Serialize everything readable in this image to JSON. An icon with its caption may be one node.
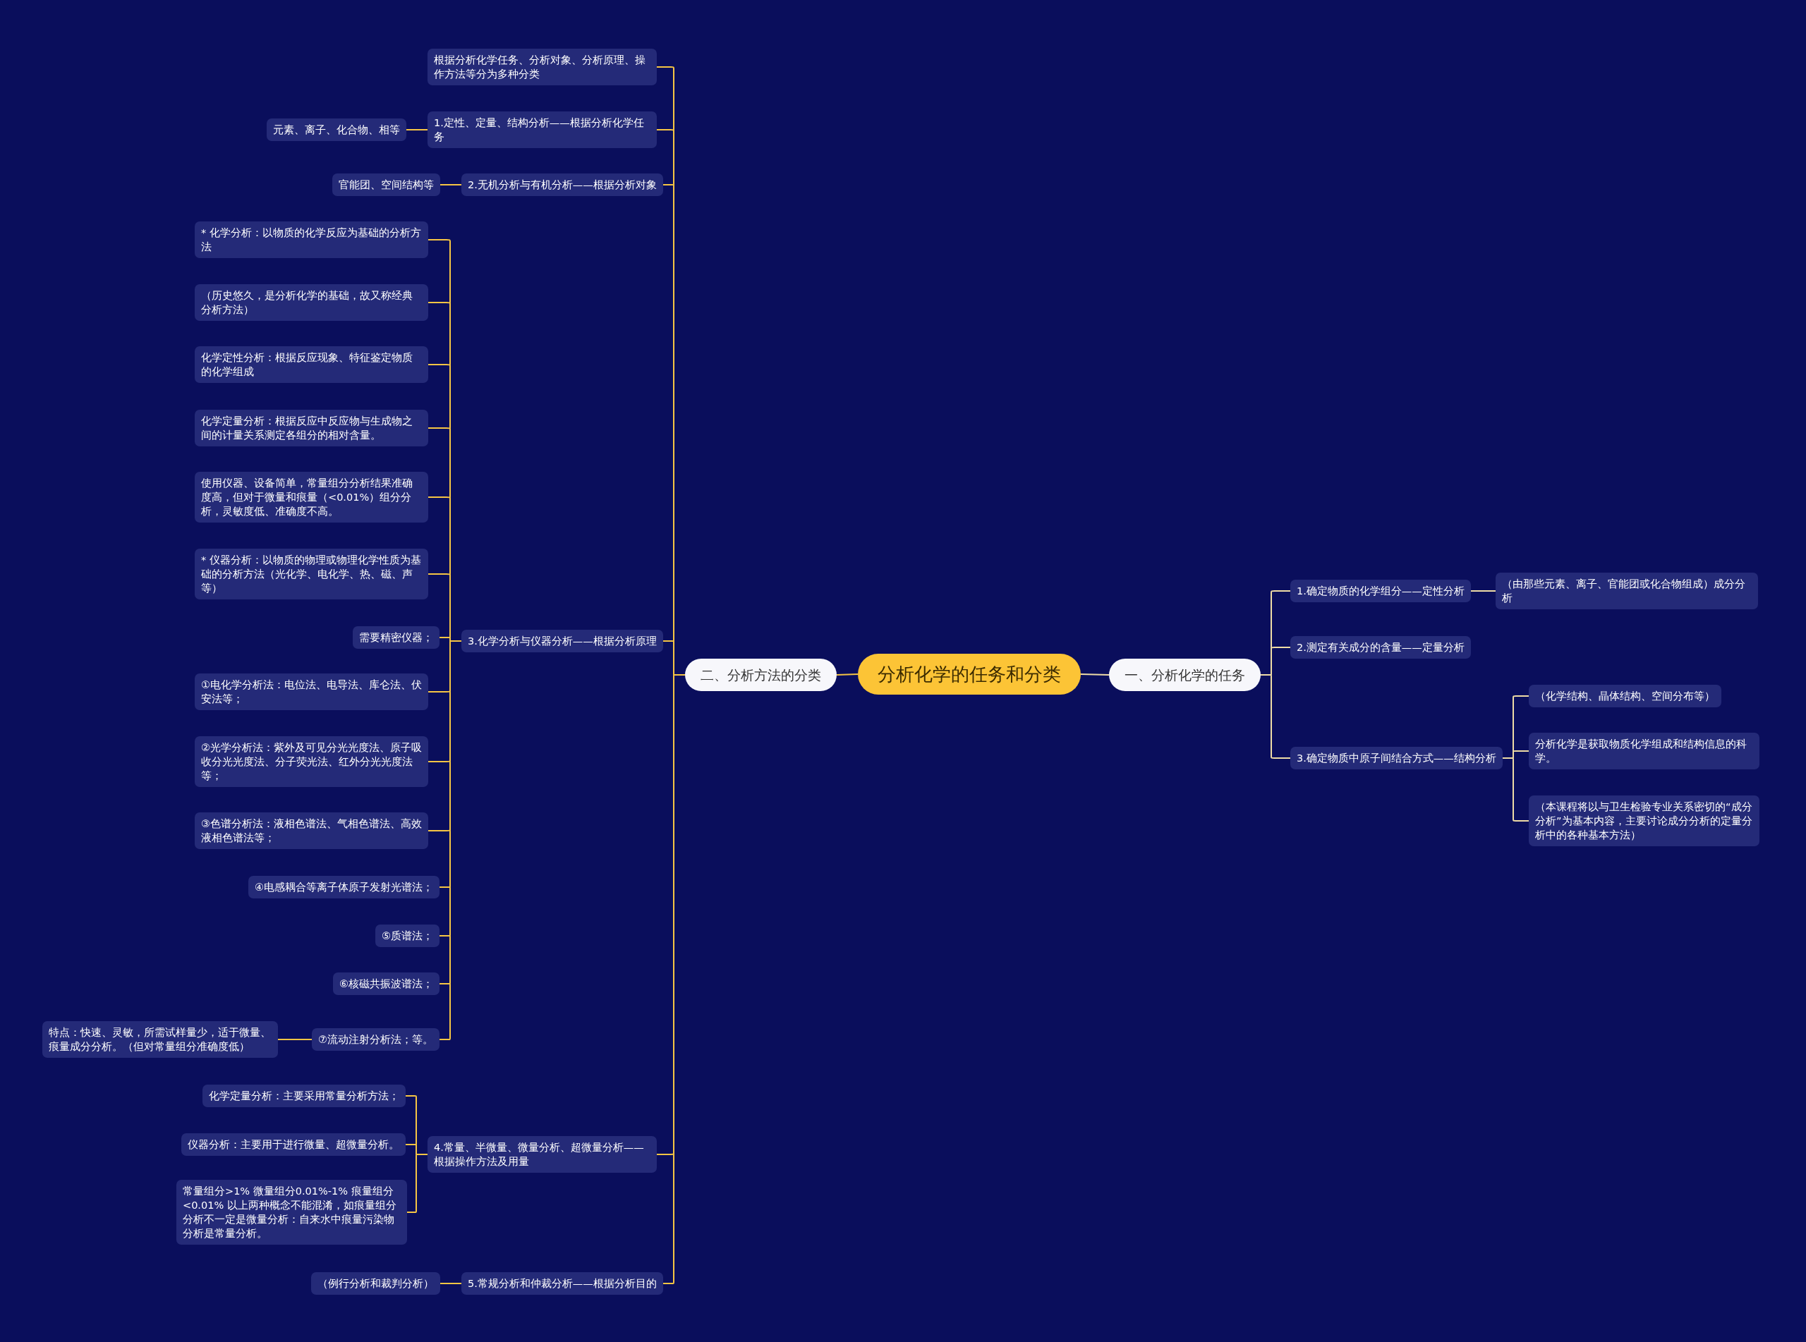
{
  "diagram": {
    "nodes": [
      {
        "text": [
          "分析化学的任务和分类"
        ]
      },
      {
        "text": [
          "一、分析化学的任务"
        ]
      },
      {
        "text": [
          "1.确定物质的化学组分——定性分析"
        ]
      },
      {
        "text": [
          "（由那些元素、离子、官能团或化合物组成）成分分析"
        ]
      },
      {
        "text": [
          "2.测定有关成分的含量——定量分析"
        ]
      },
      {
        "text": [
          "3.确定物质中原子间结合方式——结构分析"
        ]
      },
      {
        "text": [
          "（化学结构、晶体结构、空间分布等）"
        ]
      },
      {
        "text": [
          "分析化学是获取物质化学组成和结构信息的科学。"
        ]
      },
      {
        "text": [
          "（本课程将以与卫生检验专业关系密切的“成分分析”为基本内容，主要讨论成分分析的定量分析中的各种基本方法）"
        ]
      },
      {
        "text": [
          "二、分析方法的分类"
        ]
      },
      {
        "text": [
          "根据分析化学任务、分析对象、分析原理、操作方法等分为多种分类"
        ]
      },
      {
        "text": [
          "1.定性、定量、结构分析——根据分析化学任务"
        ]
      },
      {
        "text": [
          "元素、离子、化合物、相等"
        ]
      },
      {
        "text": [
          "2.无机分析与有机分析——根据分析对象"
        ]
      },
      {
        "text": [
          "官能团、空间结构等"
        ]
      },
      {
        "text": [
          "3.化学分析与仪器分析——根据分析原理"
        ]
      },
      {
        "text": [
          "* 化学分析：以物质的化学反应为基础的分析方法"
        ]
      },
      {
        "text": [
          "（历史悠久，是分析化学的基础，故又称经典分析方法）"
        ]
      },
      {
        "text": [
          "化学定性分析：根据反应现象、特征鉴定物质的化学组成"
        ]
      },
      {
        "text": [
          "化学定量分析：根据反应中反应物与生成物之间的计量关系测定各组分的相对含量。"
        ]
      },
      {
        "text": [
          "使用仪器、设备简单，常量组分分析结果准确度高，但对于微量和痕量（<0.01%）组分分析，灵敏度低、准确度不高。"
        ]
      },
      {
        "text": [
          "* 仪器分析：以物质的物理或物理化学性质为基础的分析方法（光化学、电化学、热、磁、声等）"
        ]
      },
      {
        "text": [
          "需要精密仪器；"
        ]
      },
      {
        "text": [
          "①电化学分析法：电位法、电导法、库仑法、伏安法等；"
        ]
      },
      {
        "text": [
          "②光学分析法：紫外及可见分光光度法、原子吸收分光光度法、分子荧光法、红外分光光度法等；"
        ]
      },
      {
        "text": [
          "③色谱分析法：液相色谱法、气相色谱法、高效液相色谱法等；"
        ]
      },
      {
        "text": [
          "④电感耦合等离子体原子发射光谱法；"
        ]
      },
      {
        "text": [
          "⑤质谱法；"
        ]
      },
      {
        "text": [
          "⑥核磁共振波谱法；"
        ]
      },
      {
        "text": [
          "⑦流动注射分析法；等。"
        ]
      },
      {
        "text": [
          "特点：快速、灵敏，所需试样量少，适于微量、痕量成分分析。（但对常量组分准确度低）"
        ]
      },
      {
        "text": [
          "4.常量、半微量、微量分析、超微量分析——根据操作方法及用量"
        ]
      },
      {
        "text": [
          "化学定量分析：主要采用常量分析方法；"
        ]
      },
      {
        "text": [
          "仪器分析：主要用于进行微量、超微量分析。"
        ]
      },
      {
        "text": [
          "常量组分>1%  微量组分0.01%-1%  痕量组分 <0.01% 以上两种概念不能混淆，如痕量组分分析不一定是微量分析：自来水中痕量污染物分析是常量分析。"
        ]
      },
      {
        "text": [
          "5.常规分析和仲裁分析——根据分析目的"
        ]
      },
      {
        "text": [
          "（例行分析和裁判分析）"
        ]
      }
    ],
    "edges": [
      {
        "from": 0,
        "to": 9,
        "arrow": "none"
      },
      {
        "from": 0,
        "to": 1,
        "arrow": "none",
        "color": "#efdca6"
      },
      {
        "from": 1,
        "to": 2,
        "arrow": "none",
        "color": "#efdca6"
      },
      {
        "from": 2,
        "to": 3,
        "arrow": "none",
        "color": "#efdca6"
      },
      {
        "from": 1,
        "to": 4,
        "arrow": "none",
        "color": "#efdca6"
      },
      {
        "from": 1,
        "to": 5,
        "arrow": "none",
        "color": "#efdca6"
      },
      {
        "from": 5,
        "to": 6,
        "arrow": "none",
        "color": "#efdca6"
      },
      {
        "from": 5,
        "to": 7,
        "arrow": "none",
        "color": "#efdca6"
      },
      {
        "from": 5,
        "to": 8,
        "arrow": "none",
        "color": "#efdca6"
      },
      {
        "from": 9,
        "to": 10,
        "arrow": "none"
      },
      {
        "from": 9,
        "to": 11,
        "arrow": "none"
      },
      {
        "from": 11,
        "to": 12,
        "arrow": "none"
      },
      {
        "from": 9,
        "to": 13,
        "arrow": "none"
      },
      {
        "from": 13,
        "to": 14,
        "arrow": "none"
      },
      {
        "from": 9,
        "to": 15,
        "arrow": "none"
      },
      {
        "from": 15,
        "to": 16,
        "arrow": "none"
      },
      {
        "from": 15,
        "to": 17,
        "arrow": "none"
      },
      {
        "from": 15,
        "to": 18,
        "arrow": "none"
      },
      {
        "from": 15,
        "to": 19,
        "arrow": "none"
      },
      {
        "from": 15,
        "to": 20,
        "arrow": "none"
      },
      {
        "from": 15,
        "to": 21,
        "arrow": "none"
      },
      {
        "from": 15,
        "to": 22,
        "arrow": "none"
      },
      {
        "from": 15,
        "to": 23,
        "arrow": "none"
      },
      {
        "from": 15,
        "to": 24,
        "arrow": "none"
      },
      {
        "from": 15,
        "to": 25,
        "arrow": "none"
      },
      {
        "from": 15,
        "to": 26,
        "arrow": "none"
      },
      {
        "from": 15,
        "to": 27,
        "arrow": "none"
      },
      {
        "from": 15,
        "to": 28,
        "arrow": "none"
      },
      {
        "from": 15,
        "to": 29,
        "arrow": "none"
      },
      {
        "from": 29,
        "to": 30,
        "arrow": "none"
      },
      {
        "from": 9,
        "to": 31,
        "arrow": "none"
      },
      {
        "from": 31,
        "to": 32,
        "arrow": "none"
      },
      {
        "from": 31,
        "to": 33,
        "arrow": "none"
      },
      {
        "from": 31,
        "to": 34,
        "arrow": "none"
      },
      {
        "from": 9,
        "to": 35,
        "arrow": "none"
      },
      {
        "from": 35,
        "to": 36,
        "arrow": "none"
      }
    ]
  }
}
